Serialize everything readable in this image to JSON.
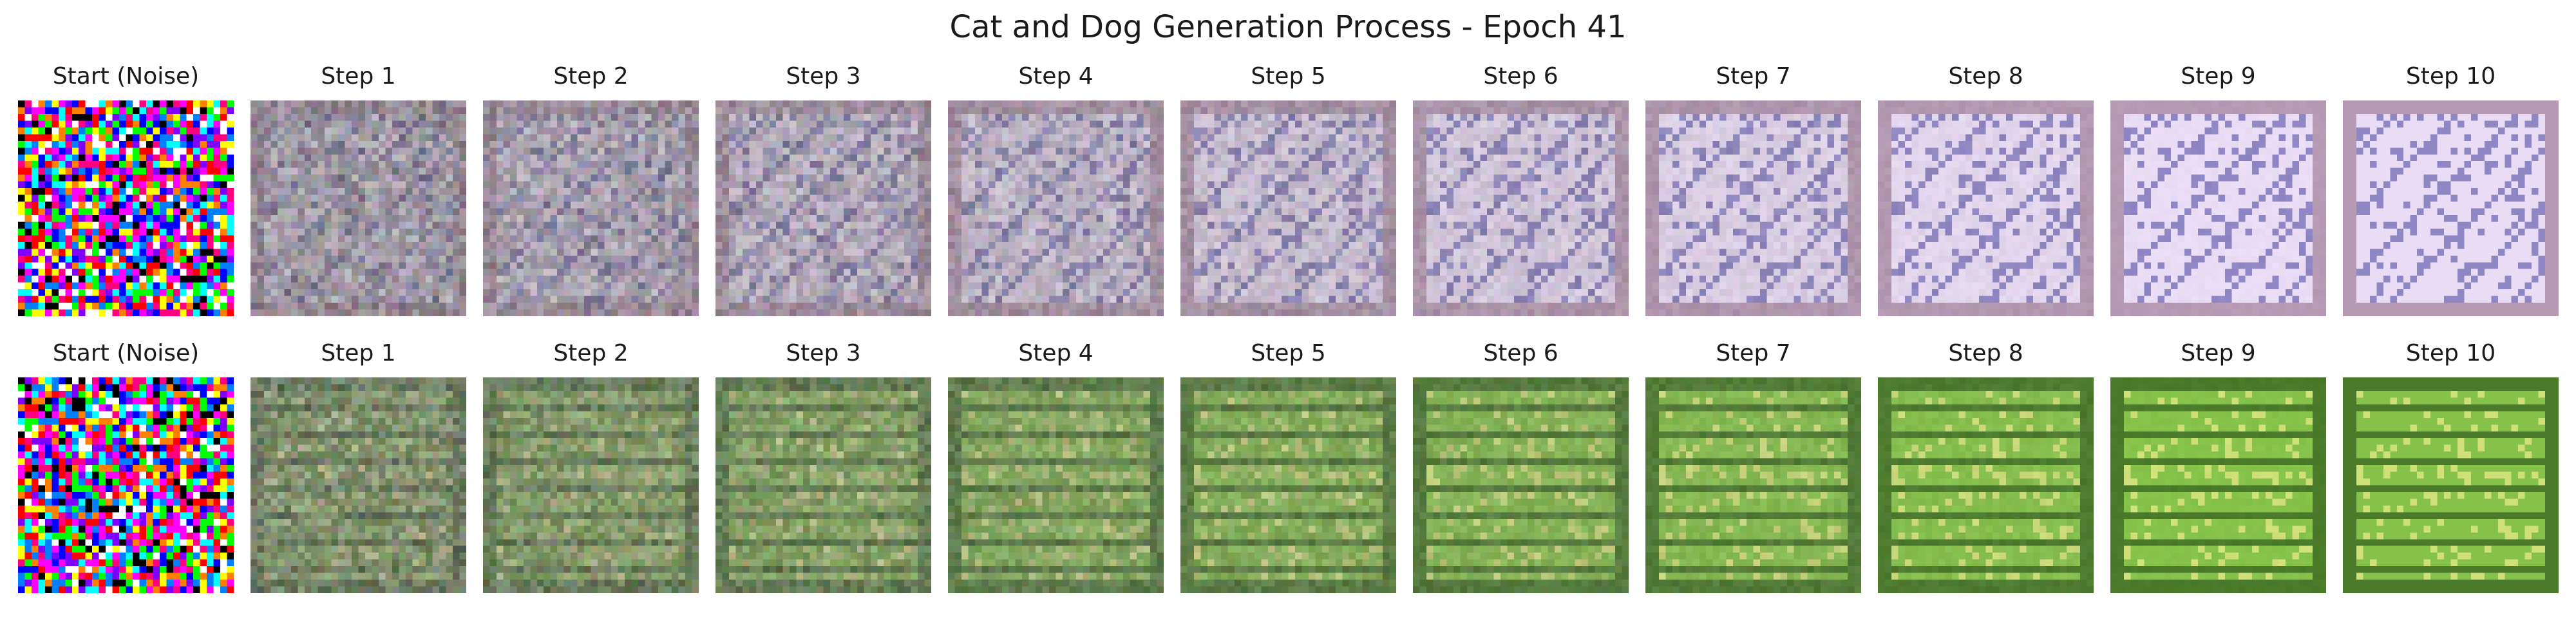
{
  "figure": {
    "title": "Cat and Dog Generation Process - Epoch 41"
  },
  "rows": [
    {
      "panels": [
        {
          "label": "Start (Noise)",
          "kind": "noise",
          "progress": 0.0
        },
        {
          "label": "Step 1",
          "kind": "denoise",
          "progress": 0.1
        },
        {
          "label": "Step 2",
          "kind": "denoise",
          "progress": 0.2
        },
        {
          "label": "Step 3",
          "kind": "denoise",
          "progress": 0.3
        },
        {
          "label": "Step 4",
          "kind": "denoise",
          "progress": 0.4
        },
        {
          "label": "Step 5",
          "kind": "denoise",
          "progress": 0.5
        },
        {
          "label": "Step 6",
          "kind": "denoise",
          "progress": 0.6
        },
        {
          "label": "Step 7",
          "kind": "denoise",
          "progress": 0.7
        },
        {
          "label": "Step 8",
          "kind": "denoise",
          "progress": 0.8
        },
        {
          "label": "Step 9",
          "kind": "denoise",
          "progress": 0.9
        },
        {
          "label": "Step 10",
          "kind": "denoise",
          "progress": 1.0
        }
      ],
      "palette": {
        "base": "#eadcf5",
        "shade": "#b69ab4",
        "accent": "#8f86c4"
      }
    },
    {
      "panels": [
        {
          "label": "Start (Noise)",
          "kind": "noise",
          "progress": 0.0
        },
        {
          "label": "Step 1",
          "kind": "denoise",
          "progress": 0.1
        },
        {
          "label": "Step 2",
          "kind": "denoise",
          "progress": 0.2
        },
        {
          "label": "Step 3",
          "kind": "denoise",
          "progress": 0.3
        },
        {
          "label": "Step 4",
          "kind": "denoise",
          "progress": 0.4
        },
        {
          "label": "Step 5",
          "kind": "denoise",
          "progress": 0.5
        },
        {
          "label": "Step 6",
          "kind": "denoise",
          "progress": 0.6
        },
        {
          "label": "Step 7",
          "kind": "denoise",
          "progress": 0.7
        },
        {
          "label": "Step 8",
          "kind": "denoise",
          "progress": 0.8
        },
        {
          "label": "Step 9",
          "kind": "denoise",
          "progress": 0.9
        },
        {
          "label": "Step 10",
          "kind": "denoise",
          "progress": 1.0
        }
      ],
      "palette": {
        "base": "#86c24a",
        "shade": "#4a7a2a",
        "accent": "#cfe07a"
      }
    }
  ]
}
